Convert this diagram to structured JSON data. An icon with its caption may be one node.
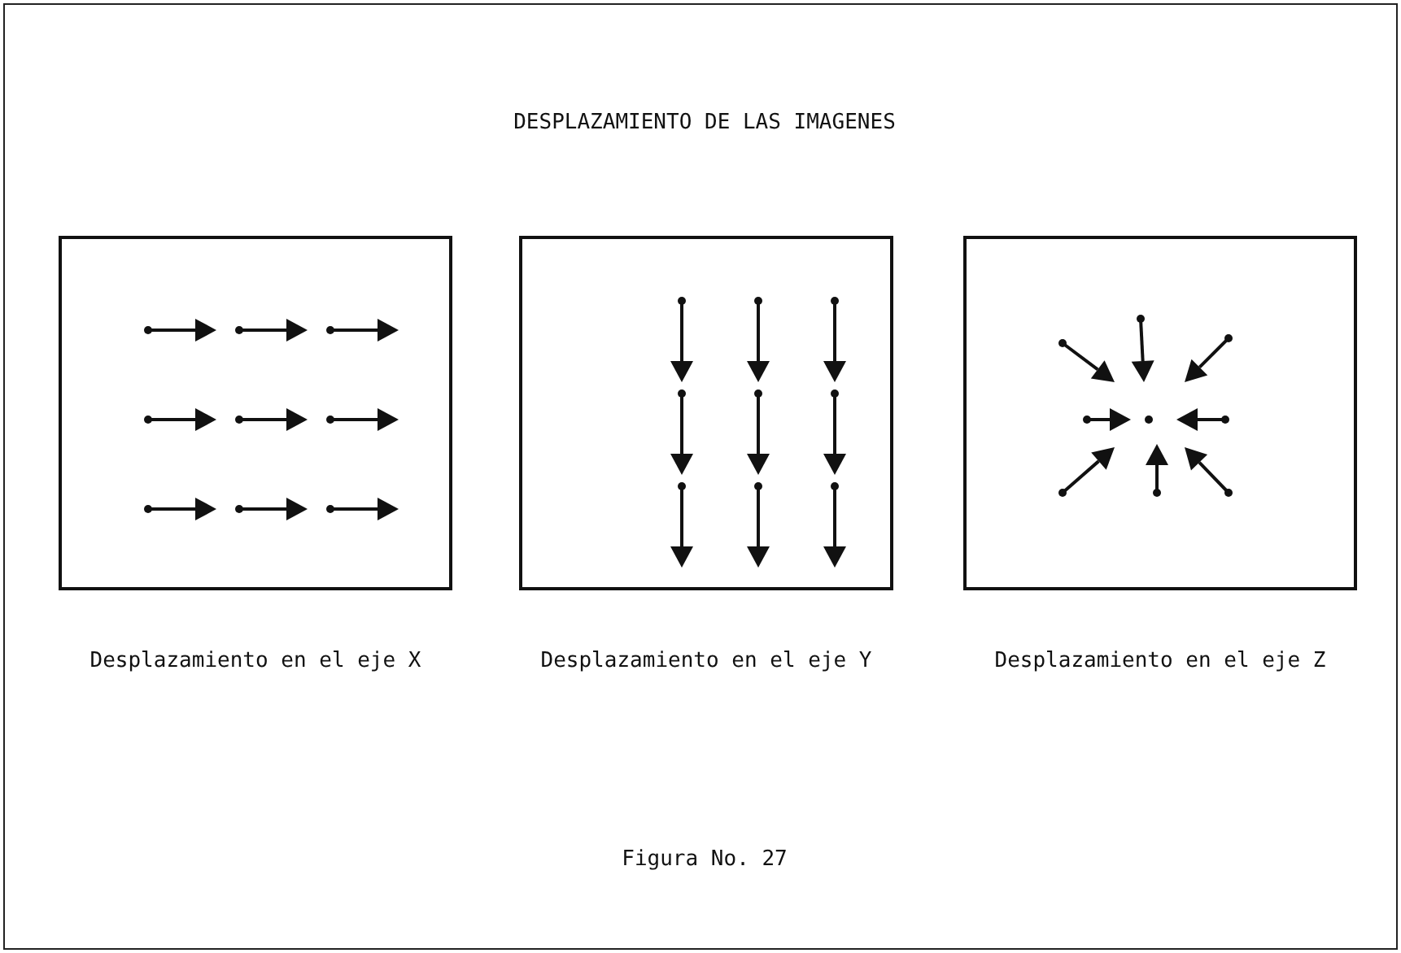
{
  "diagram": {
    "title": "DESPLAZAMIENTO DE LAS IMAGENES",
    "caption": "Figura No. 27",
    "nodes": [
      {
        "text": [],
        "shape": "box",
        "beside": [
          "Desplazamiento en el eje X"
        ]
      },
      {
        "text": [],
        "shape": "box",
        "beside": [
          "Desplazamiento en el eje Y"
        ]
      },
      {
        "text": [],
        "shape": "box",
        "beside": [
          "Desplazamiento en el eje Z"
        ]
      }
    ]
  }
}
